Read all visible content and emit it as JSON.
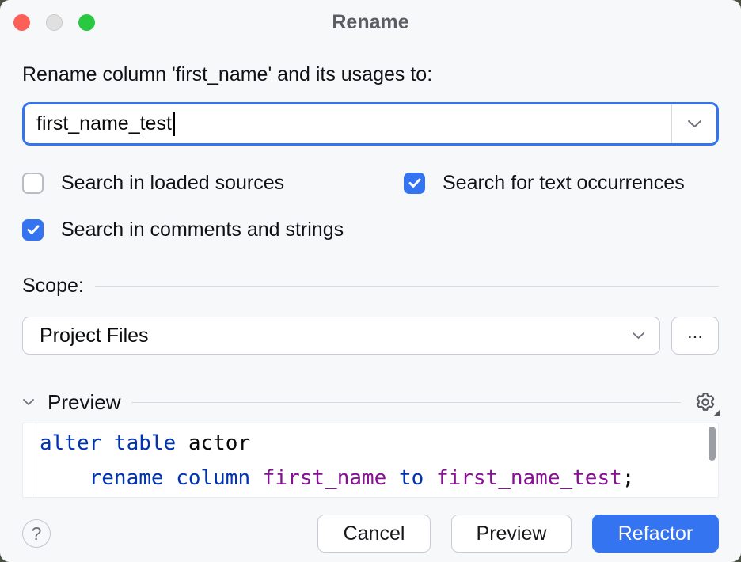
{
  "window": {
    "title": "Rename"
  },
  "titlebar_buttons": {
    "close_color": "#FE5F57",
    "minimize_color": "#E0E0E0",
    "zoom_color": "#28C840"
  },
  "prompt": "Rename column 'first_name' and its usages to:",
  "name_field": {
    "value": "first_name_test"
  },
  "options": [
    {
      "label": "Search in loaded sources",
      "checked": false
    },
    {
      "label": "Search for text occurrences",
      "checked": true
    },
    {
      "label": "Search in comments and strings",
      "checked": true
    }
  ],
  "scope": {
    "label": "Scope:",
    "selected": "Project Files",
    "browse_label": "..."
  },
  "preview_section": {
    "label": "Preview"
  },
  "code_preview": {
    "lines": [
      {
        "tokens": [
          {
            "text": "alter table",
            "type": "keyword"
          },
          {
            "text": " actor",
            "type": "plain"
          }
        ]
      },
      {
        "tokens": [
          {
            "text": "    ",
            "type": "plain"
          },
          {
            "text": "rename column",
            "type": "keyword"
          },
          {
            "text": " ",
            "type": "plain"
          },
          {
            "text": "first_name",
            "type": "identifier"
          },
          {
            "text": " ",
            "type": "plain"
          },
          {
            "text": "to",
            "type": "keyword"
          },
          {
            "text": " ",
            "type": "plain"
          },
          {
            "text": "first_name_test",
            "type": "identifier"
          },
          {
            "text": ";",
            "type": "plain"
          }
        ]
      }
    ]
  },
  "footer": {
    "help_label": "?",
    "cancel_label": "Cancel",
    "preview_label": "Preview",
    "refactor_label": "Refactor"
  },
  "colors": {
    "accent": "#3574F0",
    "keyword": "#0033B3",
    "identifier": "#871094",
    "dialog_background": "#F7F8FA"
  }
}
